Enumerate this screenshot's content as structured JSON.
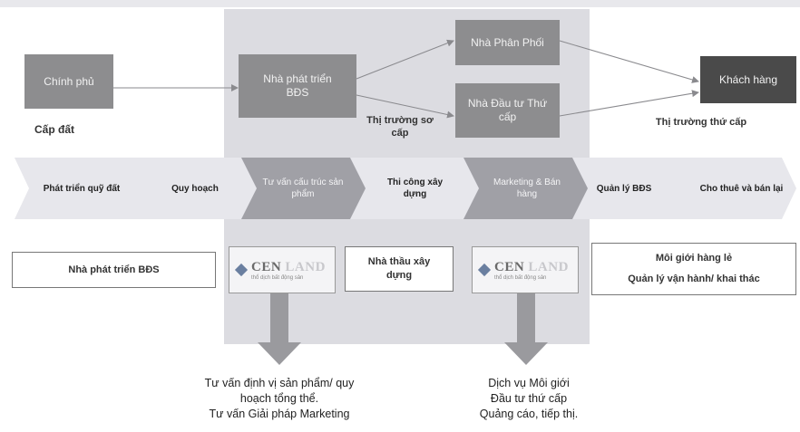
{
  "colors": {
    "panel": "#dcdce1",
    "box_gray": "#8d8d8f",
    "box_dark": "#4a4a4a",
    "band": "#e7e7ec",
    "chevron_dark": "#a0a0a6",
    "arrow": "#9a9a9e"
  },
  "nodes": {
    "government": "Chính phủ",
    "developer": "Nhà phát triển BĐS",
    "distributor": "Nhà Phân Phối",
    "secondary_investor": "Nhà Đầu tư Thứ cấp",
    "customer": "Khách hàng"
  },
  "labels": {
    "land_grant": "Cấp đất",
    "primary_market": "Thị trường sơ cấp",
    "secondary_market": "Thị trường thứ cấp"
  },
  "value_chain": [
    {
      "text": "Phát triển quỹ đất",
      "highlight": false
    },
    {
      "text": "Quy hoạch",
      "highlight": false
    },
    {
      "text": "Tư vấn cấu trúc sản phẩm",
      "highlight": true
    },
    {
      "text": "Thi công xây dựng",
      "highlight": false
    },
    {
      "text": "Marketing & Bán hàng",
      "highlight": true
    },
    {
      "text": "Quản lý BĐS",
      "highlight": false
    },
    {
      "text": "Cho thuê và bán lại",
      "highlight": false
    }
  ],
  "actors": {
    "developer": "Nhà phát triển BĐS",
    "contractor": "Nhà thầu xây dựng",
    "retail_broker": "Môi giới hàng lẻ",
    "operations": "Quản lý vận hành/ khai thác"
  },
  "logos": {
    "main": "CEN",
    "faint": "LAND",
    "sub": "thổ dịch bất động sản",
    "icon": "diamond-logo-icon"
  },
  "notes": {
    "left": [
      "Tư vấn định vị sản phẩm/ quy",
      "hoạch tổng thể.",
      "Tư vấn Giải pháp Marketing"
    ],
    "right": [
      "Dịch vụ Môi giới",
      "Đầu tư thứ cấp",
      "Quảng cáo, tiếp thị."
    ]
  }
}
